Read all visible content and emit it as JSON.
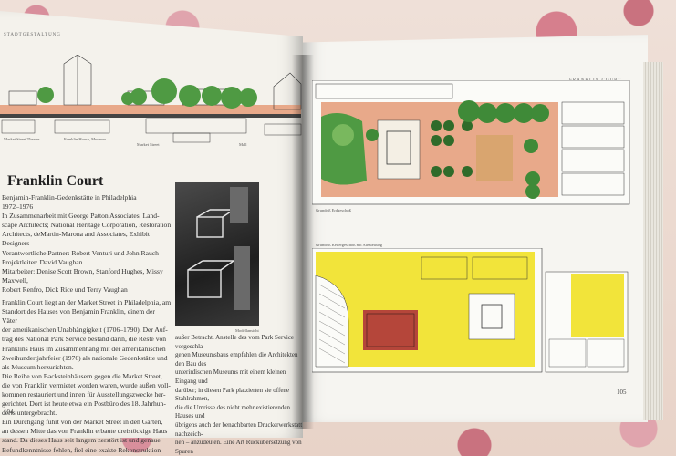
{
  "left_page": {
    "running_head": "STADTGESTALTUNG",
    "heading": "Franklin Court",
    "photo_caption": "Modellansicht",
    "elevation_labels": [
      "Market Street Theatre",
      "Franklin House, Museum",
      "Market Street",
      "Mall"
    ],
    "body_lines": [
      "Benjamin-Franklin-Gedenkstätte in Philadelphia",
      "1972–1976",
      "In Zusammenarbeit mit George Patton Associates, Land-",
      "scape Architects; National Heritage Corporation, Restoration",
      "Architects, deMartin-Marona and Associates, Exhibit",
      "Designers",
      "Verantwortliche Partner: Robert Venturi und John Rauch",
      "Projektleiter: David Vaughan",
      "Mitarbeiter: Denise Scott Brown, Stanford Hughes, Missy Maxwell,",
      "Robert Renfro, Dick Rice und Terry Vaughan",
      "",
      "Franklin Court liegt an der Market Street in Philadelphia, am",
      "Standort des Hauses von Benjamin Franklin, einem der Väter",
      "der amerikanischen Unabhängigkeit (1706–1790). Der Auf-",
      "trag des National Park Service bestand darin, die Reste von",
      "Franklins Haus im Zusammenhang mit der amerikanischen",
      "Zweihundertjahrfeier (1976) als nationale Gedenkstätte und",
      "als Museum herzurichten.",
      "Die Reihe von Backsteinhäusern gegen die Market Street,",
      "die von Franklin vermietet worden waren, wurde außen voll-",
      "kommen restauriert und innen für Ausstellungszwecke her-",
      "gerichtet. Dort ist heute etwa ein Postbüro des 18. Jahrhun-",
      "derts untergebracht.",
      "Ein Durchgang führt von der Market Street in den Garten,",
      "an dessen Mitte das von Franklin erbaute dreistöckige Haus",
      "stand. Da dieses Haus seit langem zerstört ist und genaue",
      "Befundkenntnisse fehlen, fiel eine exakte Rekonstruktion"
    ],
    "caption_col_lines": [
      "außer Betracht. Anstelle des vom Park Service vorgeschla-",
      "genen Museumsbaus empfahlen die Architekten den Bau des",
      "unterirdischen Museums mit einem kleinen Eingang und",
      "darüber; in diesen Park platzierten sie offene Stahlrahmen,",
      "die die Umrisse des nicht mehr existierenden Hauses und",
      "übrigens auch der benachbarten Druckerwerkstatt nachzeich-",
      "nen – anzudeuten. Eine Art Rückübersetzung von Spuren"
    ],
    "page_number": "104"
  },
  "right_page": {
    "running_head": "FRANKLIN COURT",
    "plan_top_caption": "Grundriß Erdgeschoß",
    "plan_bottom_caption": "Grundriß Kellergeschoß mit Ausstellung",
    "page_number": "105"
  },
  "colors": {
    "plan_green": "#4f9a43",
    "plan_dark_green": "#2f6b2a",
    "plan_salmon": "#e8a98a",
    "plan_yellow": "#f2e43a",
    "plan_red": "#b5463a",
    "page": "#f4f2ec"
  }
}
